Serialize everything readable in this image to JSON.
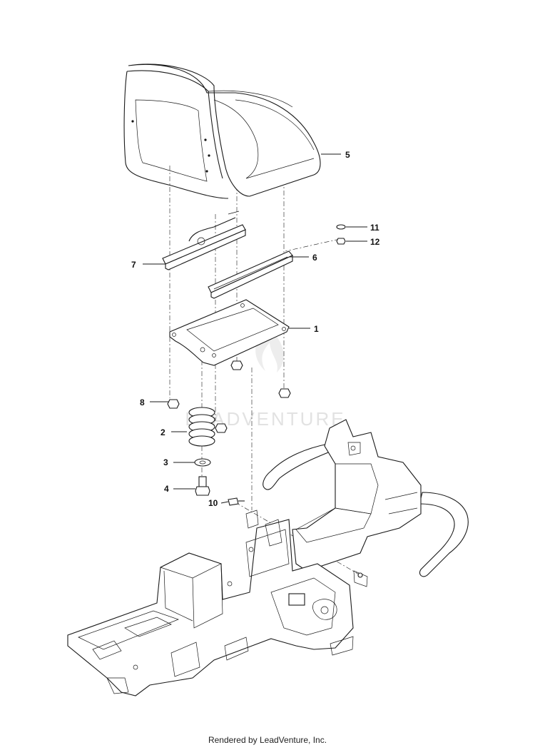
{
  "callouts": [
    {
      "num": "1"
    },
    {
      "num": "2"
    },
    {
      "num": "3"
    },
    {
      "num": "4"
    },
    {
      "num": "5"
    },
    {
      "num": "6"
    },
    {
      "num": "7"
    },
    {
      "num": "8"
    },
    {
      "num": "10"
    },
    {
      "num": "11"
    },
    {
      "num": "12"
    }
  ],
  "watermark": "LEADVENTURE",
  "footer": "Rendered by LeadVenture, Inc."
}
